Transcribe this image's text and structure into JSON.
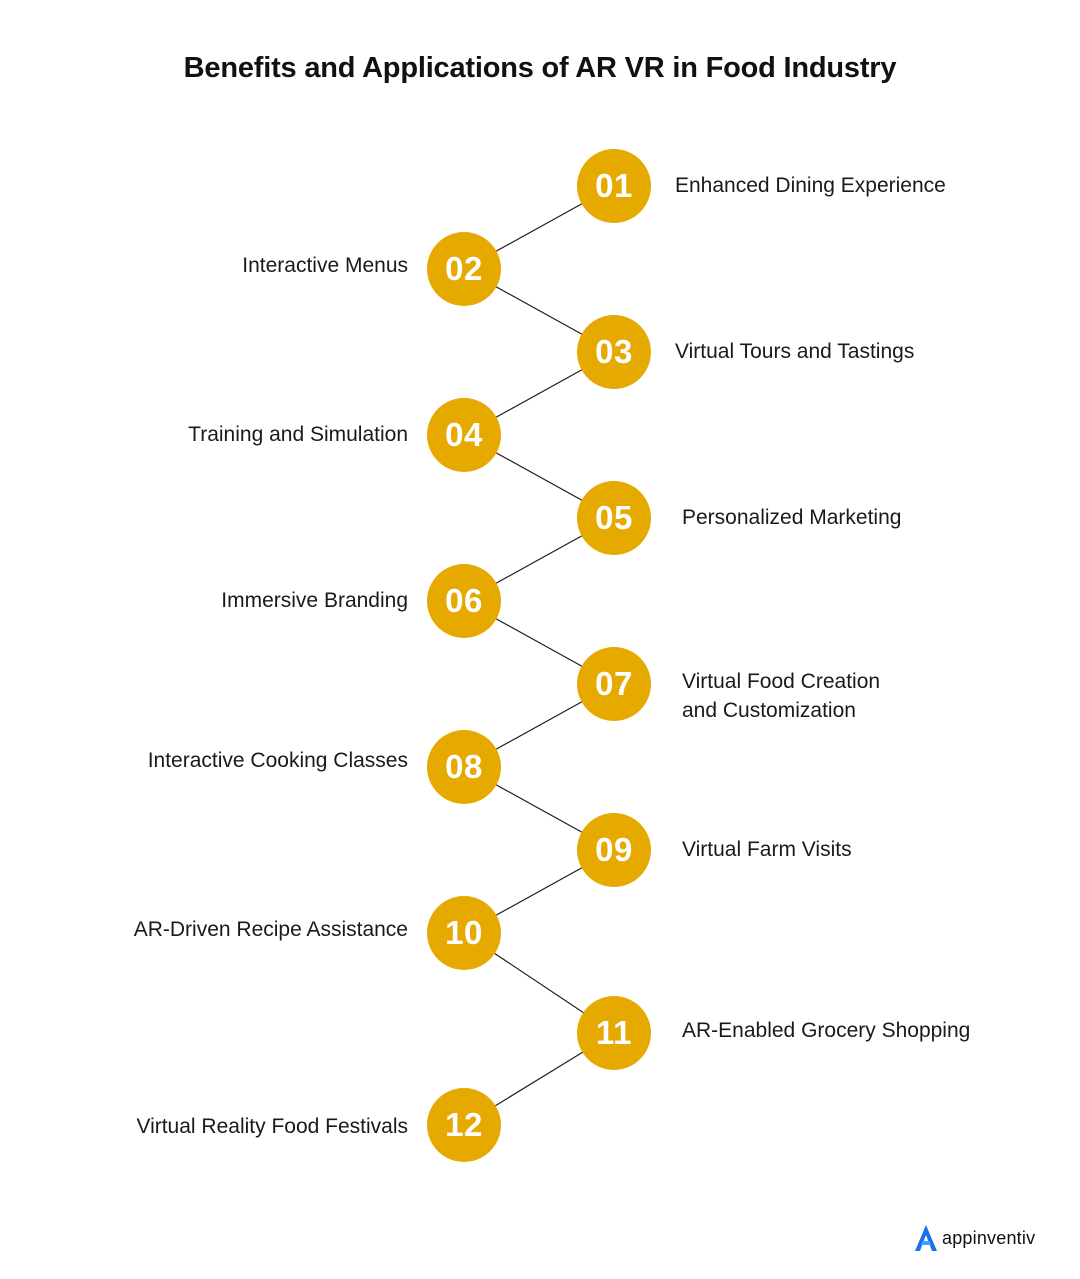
{
  "title": "Benefits and Applications of AR VR in Food Industry",
  "accent_color": "#E6A900",
  "items": [
    {
      "number": "01",
      "label": "Enhanced Dining Experience"
    },
    {
      "number": "02",
      "label": "Interactive Menus"
    },
    {
      "number": "03",
      "label": "Virtual Tours and Tastings"
    },
    {
      "number": "04",
      "label": "Training and Simulation"
    },
    {
      "number": "05",
      "label": "Personalized Marketing"
    },
    {
      "number": "06",
      "label": "Immersive Branding"
    },
    {
      "number": "07",
      "label": "Virtual Food Creation\nand Customization"
    },
    {
      "number": "08",
      "label": "Interactive Cooking Classes"
    },
    {
      "number": "09",
      "label": "Virtual Farm Visits"
    },
    {
      "number": "10",
      "label": "AR-Driven Recipe Assistance"
    },
    {
      "number": "11",
      "label": "AR-Enabled Grocery Shopping"
    },
    {
      "number": "12",
      "label": "Virtual Reality Food Festivals"
    }
  ],
  "logo": {
    "text": "appinventiv",
    "icon": "appinventiv-logo-icon"
  }
}
